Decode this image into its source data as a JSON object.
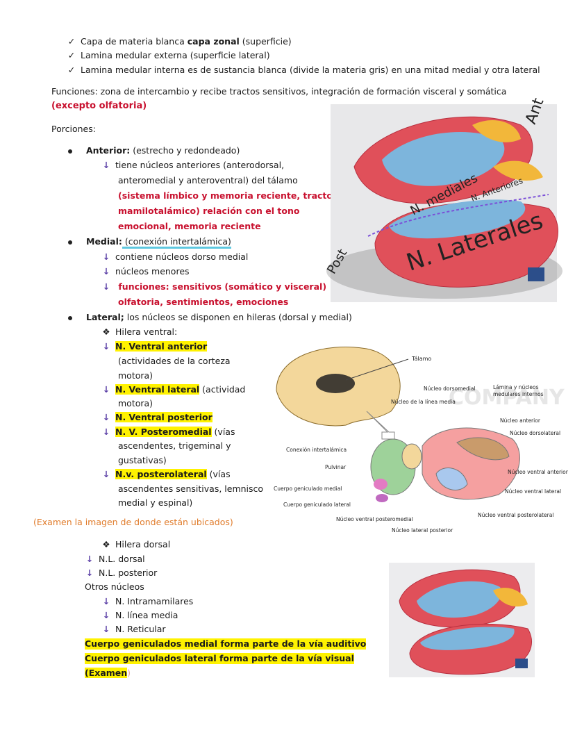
{
  "checks": [
    {
      "pre": "Capa de materia blanca ",
      "bold": "capa zonal",
      "post": " (superficie)"
    },
    {
      "text": "Lamina medular externa (superficie lateral)"
    },
    {
      "text": "Lamina medular interna es de sustancia blanca (divide la materia gris) en una mitad medial y otra lateral"
    }
  ],
  "funciones": {
    "line1": "Funciones:  zona de intercambio y recibe tractos sensitivos, integración de formación visceral y somática",
    "line2": "(excepto olfatoria)"
  },
  "porciones": "Porciones:",
  "anterior": {
    "title": "Anterior:",
    "desc": " (estrecho y redondeado)",
    "l1": "tiene núcleos anteriores (anterodorsal,",
    "l2": "anteromedial y anteroventral) del tálamo",
    "r1": "(sistema límbico y memoria reciente, tracto",
    "r2": "mamilotalámico) relación con el tono",
    "r3": "emocional, memoria reciente"
  },
  "medial": {
    "title": "Medial:",
    "desc": " (conexión intertalámica)",
    "l1": "contiene núcleos dorso medial",
    "l2": "núcleos menores",
    "r1": " funciones: sensitivos (somático y visceral)",
    "r2": "olfatoria, sentimientos, emociones"
  },
  "lateral": {
    "title": "Lateral;",
    "desc": " los núcleos se disponen en hileras (dorsal y medial)",
    "hilera_ventral": "Hilera ventral:",
    "va": "N. Ventral anterior",
    "va_d1": "(actividades de la corteza",
    "va_d2": "motora)",
    "vl": "N. Ventral lateral",
    "vl_d1": " (actividad",
    "vl_d2": "motora)",
    "vp": "N. Ventral posterior",
    "vpm": "N. V. Posteromedial",
    "vpm_d1": " (vías",
    "vpm_d2": "ascendentes, trigeminal y",
    "vpm_d3": "gustativas)",
    "vpl": "N.v. posterolateral",
    "vpl_d1": " (vías",
    "vpl_d2": "ascendentes sensitivas, lemnisco",
    "vpl_d3": "medial y espinal)"
  },
  "examen_note": "(Examen la imagen de donde están ubicados)",
  "dorsal": {
    "hilera": "Hilera dorsal",
    "i1": "N.L. dorsal",
    "i2": "N.L. posterior",
    "otros": "Otros núcleos",
    "o1": "N. Intramamilares",
    "o2": "N. línea media",
    "o3": "N. Reticular"
  },
  "geniculados": {
    "g1": "Cuerpo geniculados medial forma parte de la vía auditivo",
    "g2": "Cuerpo geniculados lateral forma parte de la vía visual",
    "g3": "(Examen",
    "g3b": ")"
  },
  "annotations": {
    "ant": "Ant",
    "post": "Post",
    "n_mediales": "N. mediales",
    "n_anteriores": "N. Anteriores",
    "n_laterales": "N. Laterales"
  },
  "diagram": {
    "talamo": "Tálamo",
    "nucleo_dorsomedial": "Núcleo dorsomedial",
    "lamina": "Lámina y núcleos",
    "lamina2": "medulares internos",
    "linea_media": "Núcleo de la línea media",
    "nucleo_anterior": "Núcleo anterior",
    "nucleo_dorsolateral": "Núcleo dorsolateral",
    "conexion": "Conexión intertalámica",
    "pulvinar": "Pulvinar",
    "nva": "Núcleo ventral anterior",
    "cgm": "Cuerpo geniculado medial",
    "nvl": "Núcleo ventral lateral",
    "cgl": "Cuerpo geniculado lateral",
    "nvpl": "Núcleo ventral posterolateral",
    "nvpm": "Núcleo ventral posteromedial",
    "nlp": "Núcleo lateral posterior",
    "watermark": "COMPANY"
  },
  "glyphs": {
    "check": "✓",
    "arrow": "🡇",
    "diamond": "❖"
  }
}
